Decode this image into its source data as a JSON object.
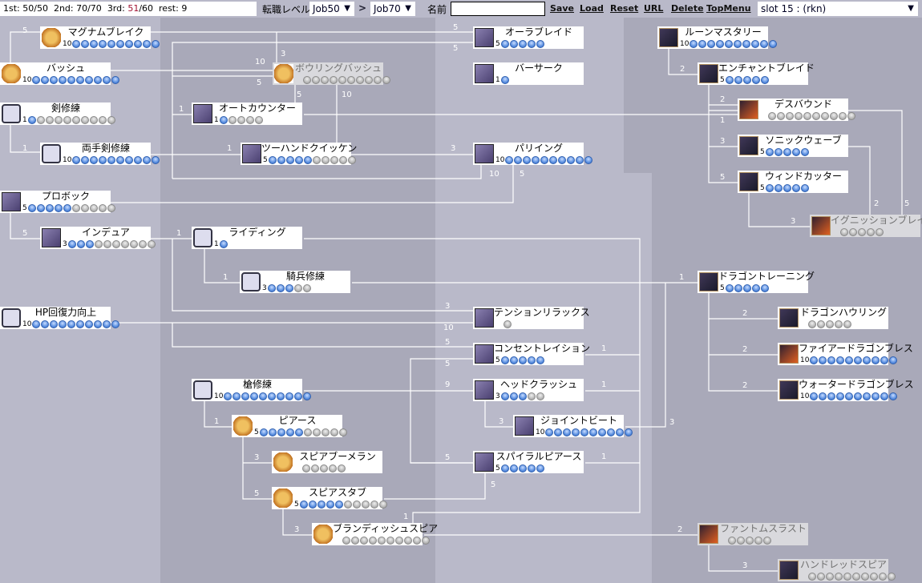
{
  "status": {
    "first": "1st: 50/50",
    "second": "2nd: 70/70",
    "third_prefix": "3rd: ",
    "third_used": "51",
    "third_max": "/60",
    "rest": "rest: 9"
  },
  "toolbar": {
    "job_level_label": "転職レベル",
    "job_from": "Job50",
    "arrow": ">",
    "job_to": "Job70",
    "name_label": "名前",
    "name_value": "",
    "links": [
      "Save",
      "Load",
      "Reset",
      "URL",
      "Delete",
      "TopMenu"
    ],
    "slot": "slot 15 : (rkn)"
  },
  "colors": {
    "bg_light": "#b9b9c9",
    "bg_dark": "#a9a9b9",
    "dot_on": "#5a8fe0",
    "dot_off": "#b8b8b8",
    "rest_used": "#a01030"
  },
  "skills": [
    {
      "name": "マグナムブレイク",
      "level": 10,
      "max": 10,
      "icon": "magnum-break-icon",
      "style": "gold",
      "enabled": true
    },
    {
      "name": "バッシュ",
      "level": 10,
      "max": 10,
      "icon": "bash-icon",
      "style": "gold",
      "enabled": true
    },
    {
      "name": "ボウリングバッシュ",
      "level": 0,
      "max": 10,
      "icon": "bowling-bash-icon",
      "style": "gold",
      "enabled": false
    },
    {
      "name": "剣修練",
      "level": 1,
      "max": 10,
      "icon": "sword-mastery-icon",
      "style": "speech",
      "enabled": true
    },
    {
      "name": "オートカウンター",
      "level": 1,
      "max": 5,
      "icon": "auto-counter-icon",
      "style": "purple",
      "enabled": true
    },
    {
      "name": "両手剣修練",
      "level": 10,
      "max": 10,
      "icon": "two-hand-mastery-icon",
      "style": "speech",
      "enabled": true
    },
    {
      "name": "ツーハンドクイッケン",
      "level": 5,
      "max": 10,
      "icon": "two-hand-quicken-icon",
      "style": "purple",
      "enabled": true
    },
    {
      "name": "プロボック",
      "level": 5,
      "max": 10,
      "icon": "provoke-icon",
      "style": "purple",
      "enabled": true
    },
    {
      "name": "インデュア",
      "level": 3,
      "max": 10,
      "icon": "endure-icon",
      "style": "purple",
      "enabled": true
    },
    {
      "name": "ライディング",
      "level": 1,
      "max": 1,
      "icon": "riding-icon",
      "style": "speech",
      "enabled": true
    },
    {
      "name": "騎兵修練",
      "level": 3,
      "max": 5,
      "icon": "cavalier-mastery-icon",
      "style": "speech",
      "enabled": true
    },
    {
      "name": "HP回復力向上",
      "level": 10,
      "max": 10,
      "icon": "hp-recovery-icon",
      "style": "speech",
      "enabled": true
    },
    {
      "name": "槍修練",
      "level": 10,
      "max": 10,
      "icon": "spear-mastery-icon",
      "style": "speech",
      "enabled": true
    },
    {
      "name": "ピアース",
      "level": 5,
      "max": 10,
      "icon": "pierce-icon",
      "style": "gold",
      "enabled": true
    },
    {
      "name": "スピアブーメラン",
      "level": 0,
      "max": 5,
      "icon": "spear-boomerang-icon",
      "style": "gold",
      "enabled": true
    },
    {
      "name": "スピアスタブ",
      "level": 5,
      "max": 10,
      "icon": "spear-stab-icon",
      "style": "gold",
      "enabled": true
    },
    {
      "name": "ブランディッシュスピア",
      "level": 0,
      "max": 10,
      "icon": "brandish-spear-icon",
      "style": "gold",
      "enabled": true
    },
    {
      "name": "オーラブレイド",
      "level": 5,
      "max": 5,
      "icon": "aura-blade-icon",
      "style": "purple",
      "enabled": true
    },
    {
      "name": "バーサーク",
      "level": 1,
      "max": 1,
      "icon": "berserk-icon",
      "style": "purple",
      "enabled": true
    },
    {
      "name": "パリイング",
      "level": 10,
      "max": 10,
      "icon": "parrying-icon",
      "style": "purple",
      "enabled": true
    },
    {
      "name": "テンションリラックス",
      "level": 0,
      "max": 1,
      "icon": "tension-relax-icon",
      "style": "purple",
      "enabled": true
    },
    {
      "name": "コンセントレイション",
      "level": 5,
      "max": 5,
      "icon": "concentration-icon",
      "style": "purple",
      "enabled": true
    },
    {
      "name": "ヘッドクラッシュ",
      "level": 3,
      "max": 5,
      "icon": "head-crush-icon",
      "style": "purple",
      "enabled": true
    },
    {
      "name": "ジョイントビート",
      "level": 10,
      "max": 10,
      "icon": "joint-beat-icon",
      "style": "purple",
      "enabled": true
    },
    {
      "name": "スパイラルピアース",
      "level": 5,
      "max": 5,
      "icon": "spiral-pierce-icon",
      "style": "purple",
      "enabled": true
    },
    {
      "name": "ルーンマスタリー",
      "level": 10,
      "max": 10,
      "icon": "rune-mastery-icon",
      "style": "dark",
      "enabled": true
    },
    {
      "name": "エンチャントブレイド",
      "level": 5,
      "max": 5,
      "icon": "enchant-blade-icon",
      "style": "dark",
      "enabled": true
    },
    {
      "name": "デスバウンド",
      "level": 0,
      "max": 10,
      "icon": "death-bound-icon",
      "style": "fire",
      "enabled": true
    },
    {
      "name": "ソニックウェーブ",
      "level": 5,
      "max": 5,
      "icon": "sonic-wave-icon",
      "style": "dark",
      "enabled": true
    },
    {
      "name": "ウィンドカッター",
      "level": 5,
      "max": 5,
      "icon": "wind-cutter-icon",
      "style": "dark",
      "enabled": true
    },
    {
      "name": "イグニッションブレイク",
      "level": 0,
      "max": 5,
      "icon": "ignition-break-icon",
      "style": "fire",
      "enabled": false
    },
    {
      "name": "ドラゴントレーニング",
      "level": 5,
      "max": 5,
      "icon": "dragon-training-icon",
      "style": "dark",
      "enabled": true
    },
    {
      "name": "ドラゴンハウリング",
      "level": 0,
      "max": 5,
      "icon": "dragon-howling-icon",
      "style": "dark",
      "enabled": true
    },
    {
      "name": "ファイアードラゴンブレス",
      "level": 10,
      "max": 10,
      "icon": "fire-dragon-breath-icon",
      "style": "fire",
      "enabled": true
    },
    {
      "name": "ウォータードラゴンブレス",
      "level": 10,
      "max": 10,
      "icon": "water-dragon-breath-icon",
      "style": "dark",
      "enabled": true
    },
    {
      "name": "ファントムスラスト",
      "level": 0,
      "max": 5,
      "icon": "phantom-thrust-icon",
      "style": "fire",
      "enabled": false
    },
    {
      "name": "ハンドレッドスピア",
      "level": 0,
      "max": 10,
      "icon": "hundred-spear-icon",
      "style": "dark",
      "enabled": false
    }
  ],
  "links": [
    "5",
    "5",
    "3",
    "5",
    "5",
    "10",
    "5",
    "5",
    "10",
    "1",
    "1",
    "1",
    "1",
    "3",
    "10",
    "5",
    "5",
    "1",
    "3",
    "1",
    "1",
    "1",
    "1",
    "1",
    "1",
    "3",
    "10",
    "5",
    "5",
    "5",
    "9",
    "3",
    "1",
    "5",
    "3",
    "5",
    "3",
    "2",
    "3",
    "2",
    "2",
    "1",
    "5",
    "3",
    "3",
    "2",
    "5",
    "2",
    "2",
    "2"
  ]
}
